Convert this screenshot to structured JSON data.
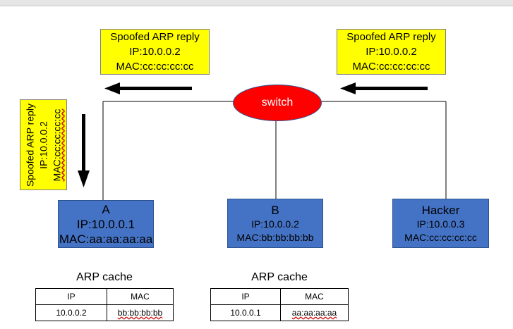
{
  "callouts": {
    "left": {
      "title": "Spoofed ARP reply",
      "ip": "IP:10.0.0.2",
      "mac": "MAC:cc:cc:cc:cc"
    },
    "right": {
      "title": "Spoofed ARP reply",
      "ip": "IP:10.0.0.2",
      "mac": "MAC:cc:cc:cc:cc"
    },
    "vertical": {
      "title": "Spoofed ARP reply",
      "ip": "IP:10.0.0.2",
      "mac": "MAC:cc:cc:cc:cc"
    }
  },
  "switch": {
    "label": "switch"
  },
  "hosts": {
    "a": {
      "name": "A",
      "ip": "IP:10.0.0.1",
      "mac": "MAC:aa:aa:aa:aa"
    },
    "b": {
      "name": "B",
      "ip": "IP:10.0.0.2",
      "mac": "MAC:bb:bb:bb:bb"
    },
    "hacker": {
      "name": "Hacker",
      "ip": "IP:10.0.0.3",
      "mac": "MAC:cc:cc:cc:cc"
    }
  },
  "caches": {
    "a": {
      "title": "ARP cache",
      "col_ip": "IP",
      "col_mac": "MAC",
      "ip": "10.0.0.2",
      "mac": "bb:bb:bb:bb"
    },
    "b": {
      "title": "ARP cache",
      "col_ip": "IP",
      "col_mac": "MAC",
      "ip": "10.0.0.1",
      "mac": "aa:aa:aa:aa"
    }
  },
  "colors": {
    "callout_fill": "#ffff00",
    "switch_fill": "#ff0000",
    "host_fill": "#4472c4",
    "host_border": "#2f528f",
    "arrow": "#000000"
  }
}
